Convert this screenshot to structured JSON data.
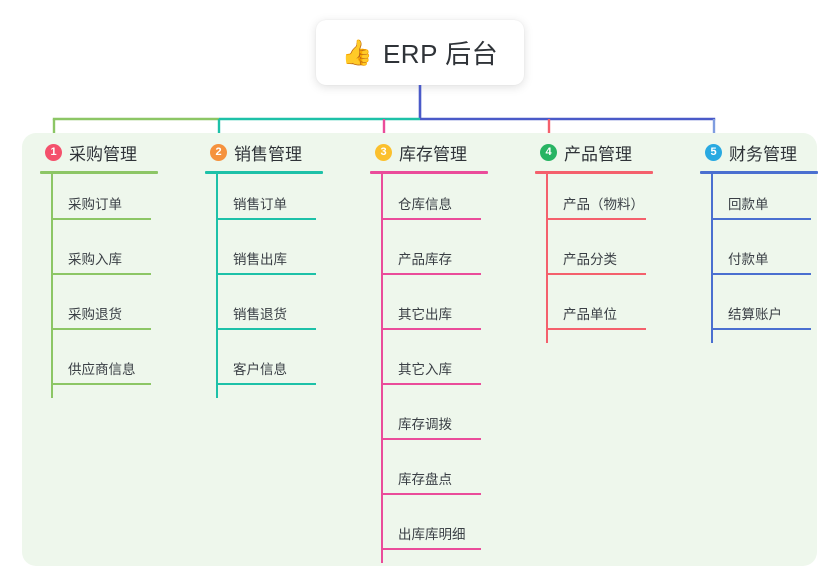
{
  "root": {
    "icon": "thumbs-up-icon",
    "emoji": "👍",
    "title": "ERP 后台"
  },
  "panel": {
    "background_color": "#eef7ec"
  },
  "connector_colors": {
    "bus_left": "#8cc665",
    "bus_mid": "#1dc1a8",
    "bus_right": "#4a5ac8",
    "stem": "#4a5ac8"
  },
  "columns": [
    {
      "number": "1",
      "title": "采购管理",
      "badge_color": "#f4516c",
      "line_color": "#8cc665",
      "drop_color": "#8cc665",
      "items": [
        {
          "label": "采购订单"
        },
        {
          "label": "采购入库"
        },
        {
          "label": "采购退货"
        },
        {
          "label": "供应商信息"
        }
      ]
    },
    {
      "number": "2",
      "title": "销售管理",
      "badge_color": "#f5923e",
      "line_color": "#1dc1a8",
      "drop_color": "#1dc1a8",
      "items": [
        {
          "label": "销售订单"
        },
        {
          "label": "销售出库"
        },
        {
          "label": "销售退货"
        },
        {
          "label": "客户信息"
        }
      ]
    },
    {
      "number": "3",
      "title": "库存管理",
      "badge_color": "#fbc02d",
      "line_color": "#ea4c9a",
      "drop_color": "#ea4c9a",
      "items": [
        {
          "label": "仓库信息"
        },
        {
          "label": "产品库存"
        },
        {
          "label": "其它出库"
        },
        {
          "label": "其它入库"
        },
        {
          "label": "库存调拨"
        },
        {
          "label": "库存盘点"
        },
        {
          "label": "出库库明细"
        }
      ]
    },
    {
      "number": "4",
      "title": "产品管理",
      "badge_color": "#28b463",
      "line_color": "#f4606c",
      "drop_color": "#f4606c",
      "items": [
        {
          "label": "产品（物料）"
        },
        {
          "label": "产品分类"
        },
        {
          "label": "产品单位"
        }
      ]
    },
    {
      "number": "5",
      "title": "财务管理",
      "badge_color": "#29a9e1",
      "line_color": "#4a6fd0",
      "drop_color": "#7f9de0",
      "items": [
        {
          "label": "回款单"
        },
        {
          "label": "付款单"
        },
        {
          "label": "结算账户"
        }
      ]
    }
  ]
}
